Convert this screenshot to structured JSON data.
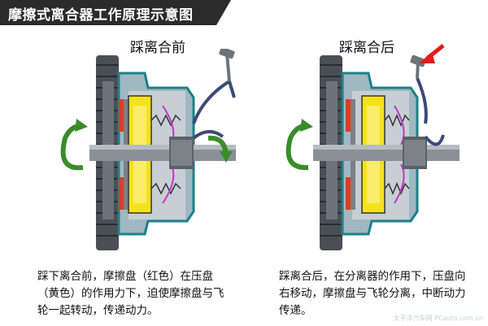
{
  "header": {
    "title": "摩擦式离合器工作原理示意图"
  },
  "left_panel": {
    "label": "踩离合前",
    "description": "踩下离合前，摩擦盘（红色）在压盘（黄色）的作用力下，迫使摩擦盘与飞轮一起转动，传递动力。"
  },
  "right_panel": {
    "label": "踩离合后",
    "description": "踩离合后，在分离器的作用下，压盘向右移动，摩擦盘与飞轮分离，中断动力传递。"
  },
  "watermark": "太平洋汽车网 PCauto.com.cn",
  "colors": {
    "flywheel": "#555b62",
    "friction_disc": "#e23b22",
    "pressure_plate": "#f5e21b",
    "housing": "#9cc8d6",
    "rotation_arrow": "#3a8c2a",
    "pedal_arrow": "#e31b1b",
    "spring": "#c235c8"
  }
}
